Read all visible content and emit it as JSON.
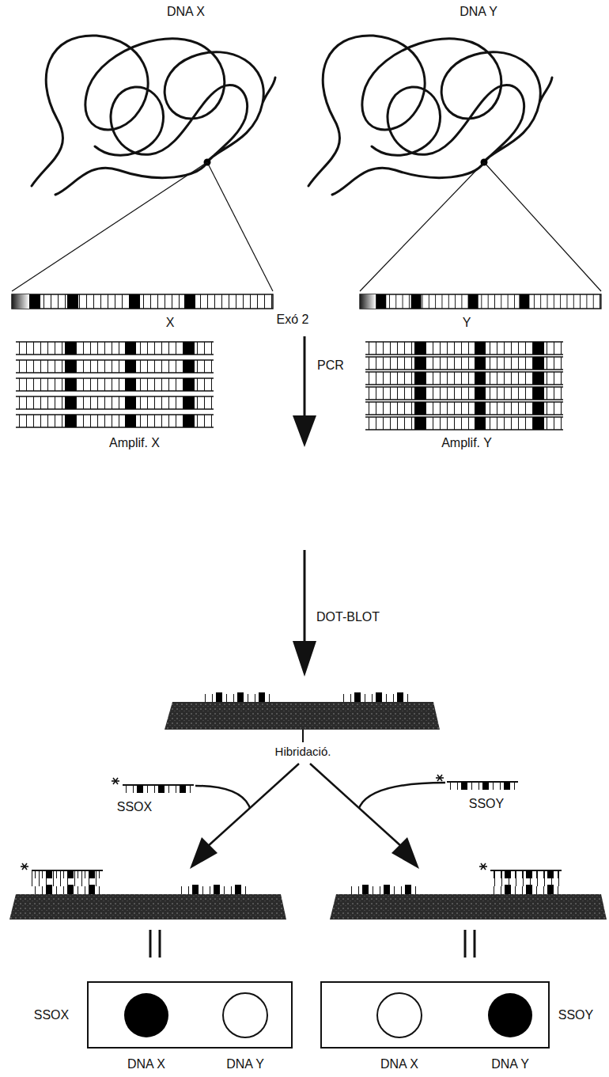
{
  "diagram": {
    "nodes": [
      {
        "text": [
          "SSOX",
          "DNA X",
          "DNA Y"
        ]
      },
      {
        "text": [
          "DNA X",
          "DNA Y",
          "SSOY"
        ]
      }
    ],
    "labels": [
      "DNA X",
      "DNA Y",
      "X",
      "Exó 2",
      "Y",
      "PCR",
      "Amplif. X",
      "Amplif. Y",
      "DOT-BLOT",
      "Hibridació.",
      "SSOX",
      "SSOY"
    ]
  }
}
